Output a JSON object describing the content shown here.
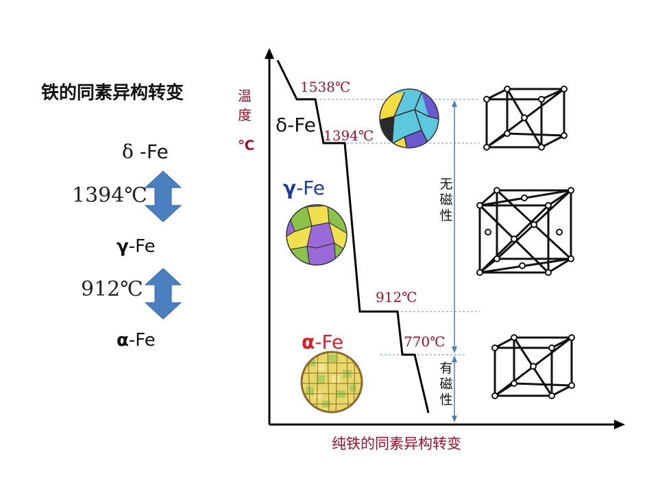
{
  "left_panel": {
    "title": "铁的同素异构转变",
    "phase_delta_symbol": "δ",
    "phase_delta_suffix": " -Fe",
    "temp_1394": "1394℃",
    "phase_gamma_symbol": "γ",
    "phase_gamma_suffix": "-Fe",
    "temp_912": "912℃",
    "phase_alpha_symbol": "α",
    "phase_alpha_suffix": "-Fe"
  },
  "chart": {
    "y_label_line1": "温",
    "y_label_line2": "度",
    "y_unit": "℃",
    "temps": {
      "t1538": "1538℃",
      "t1394": "1394℃",
      "t912": "912℃",
      "t770": "770℃"
    },
    "phase_delta": "δ-Fe",
    "phase_gamma_symbol": "γ",
    "phase_gamma_suffix": "-Fe",
    "phase_alpha_symbol": "α",
    "phase_alpha_suffix": "-Fe",
    "nonmagnetic": "无磁性",
    "magnetic": "有磁性",
    "x_caption": "纯铁的同素异构转变"
  },
  "colors": {
    "accent_red": "#a01028",
    "gamma_blue": "#1a3aa0",
    "alpha_red": "#d4202a",
    "arrow_blue": "#4a7fc0",
    "guide_line": "#5a8fd0"
  }
}
